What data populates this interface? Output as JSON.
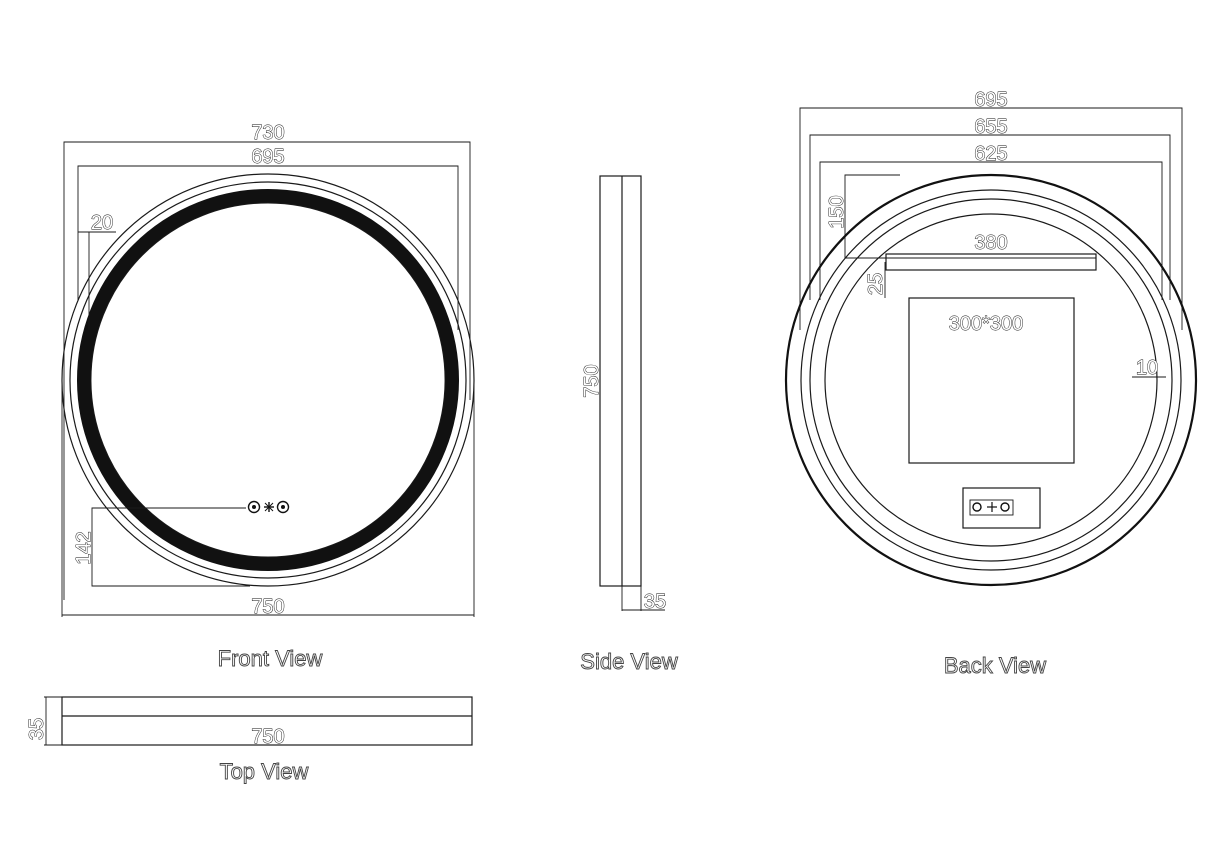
{
  "front_view": {
    "caption": "Front View",
    "dims": {
      "outer_width": "730",
      "inner_width": "695",
      "ring_offset": "20",
      "touch_height": "142",
      "total_width": "750"
    },
    "touch_icons": [
      "sun-icon",
      "brightness-icon",
      "gear-icon"
    ]
  },
  "side_view": {
    "caption": "Side View",
    "dims": {
      "height": "750",
      "depth": "35"
    }
  },
  "back_view": {
    "caption": "Back View",
    "dims": {
      "w1": "695",
      "w2": "655",
      "w3": "625",
      "bracket_drop": "150",
      "bracket_width": "380",
      "bracket_gap": "25",
      "box_size": "300*300",
      "edge": "10"
    }
  },
  "top_view": {
    "caption": "Top View",
    "dims": {
      "depth": "35",
      "width": "750"
    }
  }
}
